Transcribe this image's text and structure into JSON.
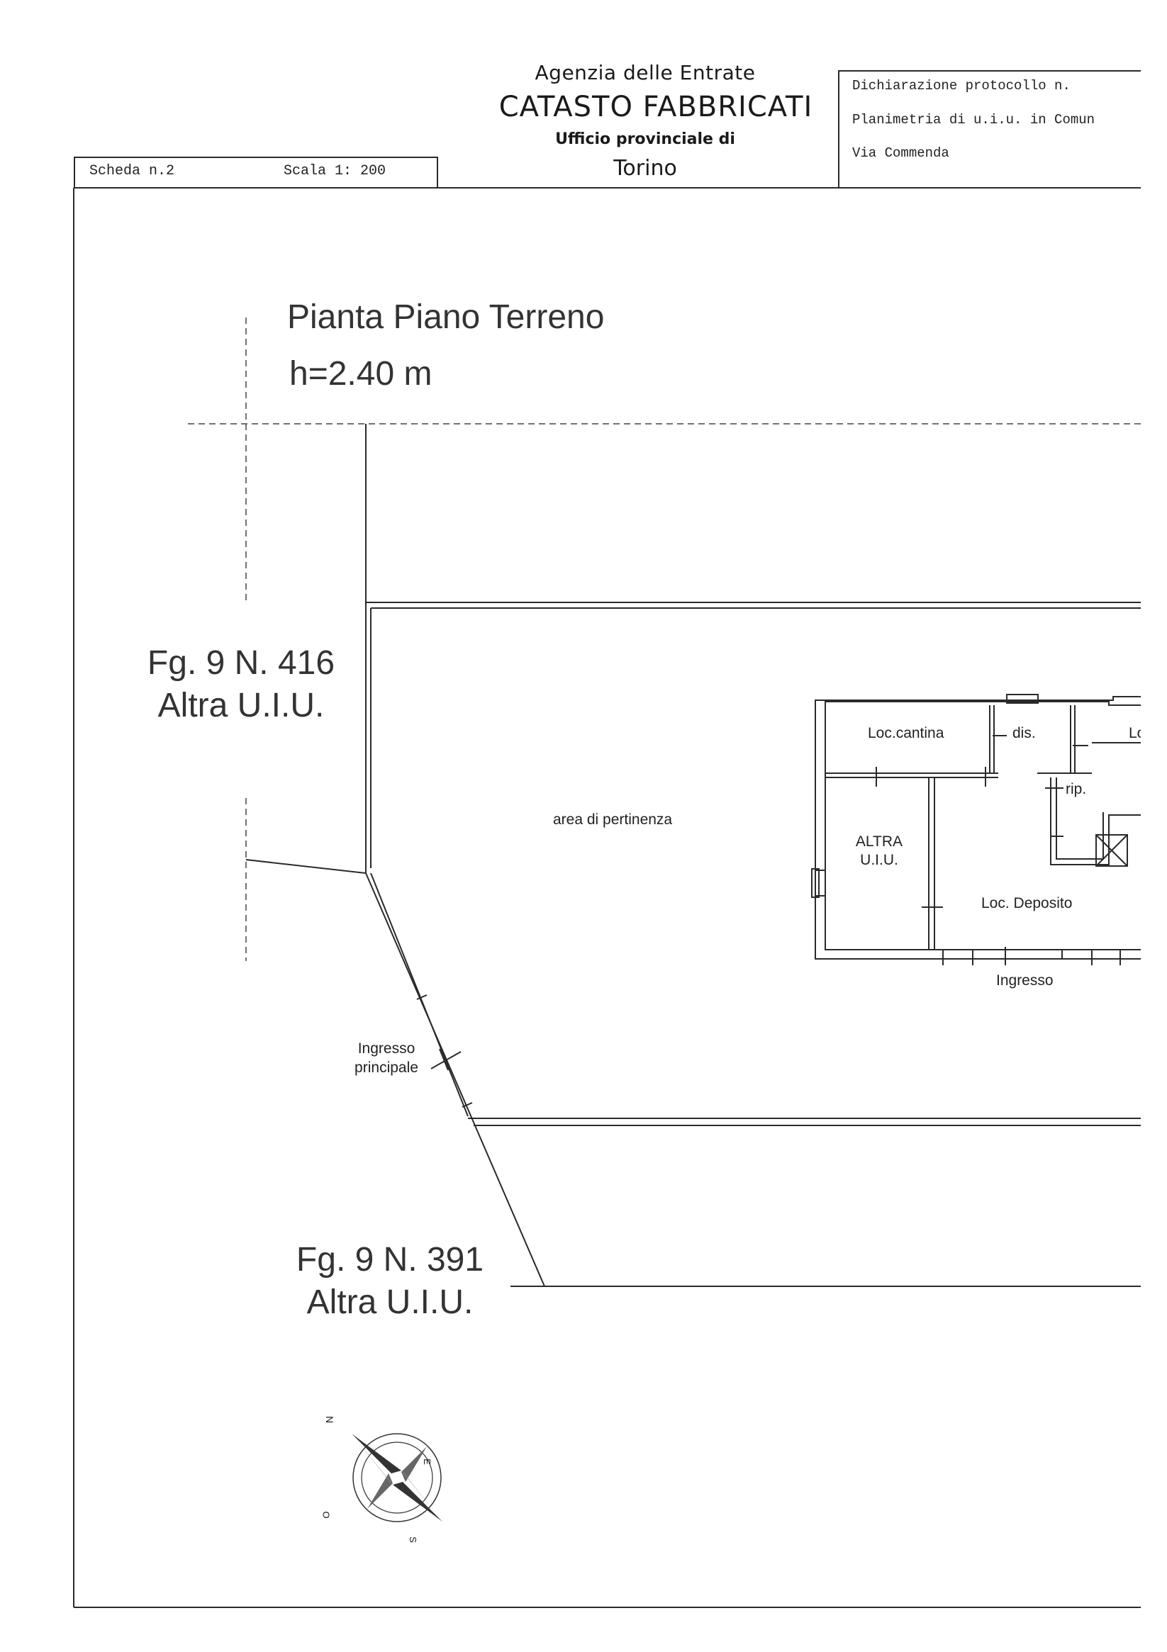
{
  "header": {
    "agency": "Agenzia delle Entrate",
    "title": "CATASTO FABBRICATI",
    "office": "Ufficio provinciale di",
    "city": "Torino"
  },
  "sheet": {
    "number": "Scheda n.2",
    "scale": "Scala 1: 200"
  },
  "declaration": {
    "protocol": "Dichiarazione protocollo n.",
    "plan": "Planimetria di u.i.u. in Comun",
    "street": "Via Commenda"
  },
  "plan": {
    "floor_title": "Pianta Piano Terreno",
    "height": "h=2.40 m",
    "neighbor_top_line1": "Fg. 9 N. 416",
    "neighbor_top_line2": "Altra U.I.U.",
    "neighbor_bottom_line1": "Fg. 9 N. 391",
    "neighbor_bottom_line2": "Altra U.I.U.",
    "area": "area di pertinenza",
    "main_entrance_line1": "Ingresso",
    "main_entrance_line2": "principale",
    "entrance": "Ingresso"
  },
  "rooms": {
    "cantina": "Loc.cantina",
    "dis": "dis.",
    "loc_cut": "Lo",
    "rip": "rip.",
    "altra_line1": "ALTRA",
    "altra_line2": "U.I.U.",
    "deposito": "Loc. Deposito"
  },
  "compass": {
    "n": "N",
    "e": "E",
    "s": "S",
    "o": "O"
  }
}
